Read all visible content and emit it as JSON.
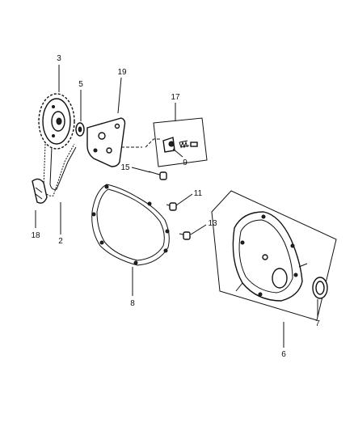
{
  "diagram": {
    "callouts": [
      {
        "id": "3",
        "label": "3"
      },
      {
        "id": "5",
        "label": "5"
      },
      {
        "id": "19",
        "label": "19"
      },
      {
        "id": "17",
        "label": "17"
      },
      {
        "id": "9",
        "label": "9"
      },
      {
        "id": "15",
        "label": "15"
      },
      {
        "id": "11",
        "label": "11"
      },
      {
        "id": "13",
        "label": "13"
      },
      {
        "id": "18",
        "label": "18"
      },
      {
        "id": "2",
        "label": "2"
      },
      {
        "id": "8",
        "label": "8"
      },
      {
        "id": "6",
        "label": "6"
      },
      {
        "id": "7",
        "label": "7"
      }
    ]
  }
}
